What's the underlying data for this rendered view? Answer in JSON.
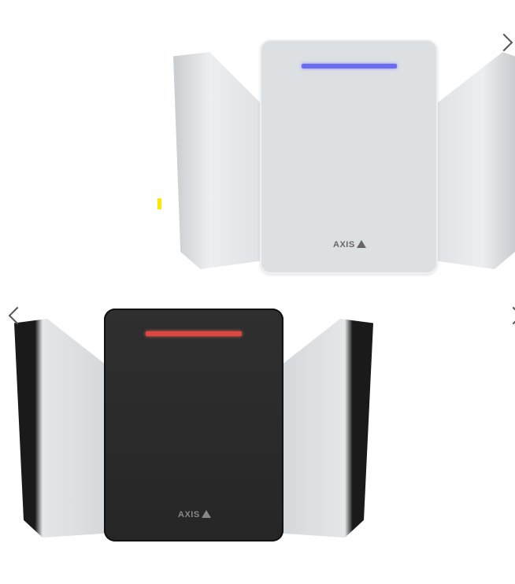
{
  "carousel": {
    "slides": [
      {
        "variant": "white",
        "led_color": "#6b6cf2",
        "panel_color": "#dde0e3",
        "logo": "AXIS"
      },
      {
        "variant": "black",
        "led_color": "#e0463e",
        "panel_color": "#2b2b2b",
        "logo": "AXIS"
      }
    ],
    "prev_icon": "chevron-left-icon",
    "next_icon": "chevron-right-icon",
    "indicator_color": "#ffe600"
  }
}
